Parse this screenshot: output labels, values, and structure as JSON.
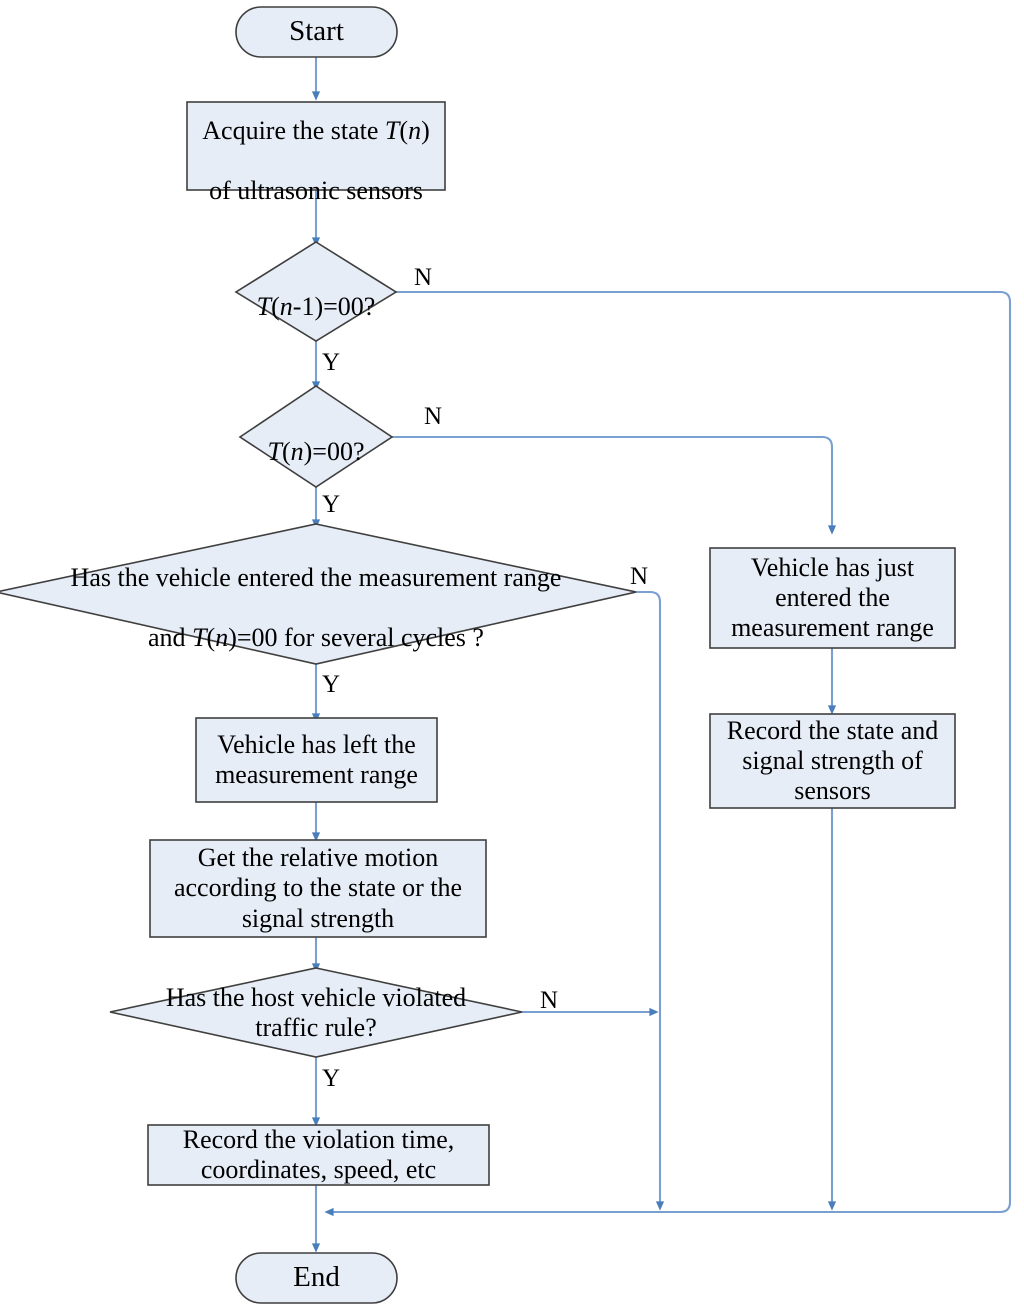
{
  "diagram": {
    "title": "Ultrasonic sensor vehicle state flowchart",
    "colors": {
      "node_fill": "#e7edf6",
      "node_stroke": "#3f3f3f",
      "connector": "#7aa0d0",
      "arrow_fill": "#4a7ebb",
      "text": "#000000",
      "background": "#ffffff"
    },
    "nodes": [
      {
        "id": "start",
        "shape": "terminal",
        "label": "Start"
      },
      {
        "id": "acquire",
        "shape": "process",
        "label": "Acquire the state T(n)\nof ultrasonic sensors",
        "line1_a": "Acquire the state ",
        "line1_it1": "T",
        "line1_b": "(",
        "line1_it2": "n",
        "line1_c": ")",
        "line2": "of ultrasonic sensors"
      },
      {
        "id": "dec-tn1",
        "shape": "decision",
        "label": "T(n-1)=00?",
        "it1": "T",
        "p1": "(",
        "it2": "n",
        "p2": "-1)=00?"
      },
      {
        "id": "dec-tn",
        "shape": "decision",
        "label": "T(n)=00?",
        "it1": "T",
        "p1": "(",
        "it2": "n",
        "p2": ")=00?"
      },
      {
        "id": "dec-entered",
        "shape": "decision",
        "label": "Has the vehicle entered the measurement range\nand T(n)=00 for several cycles ?",
        "line1": "Has the vehicle entered the measurement range",
        "line2_a": "and ",
        "line2_it1": "T",
        "line2_b": "(",
        "line2_it2": "n",
        "line2_c": ")=00 for several cycles ?"
      },
      {
        "id": "just-entered",
        "shape": "process",
        "label": "Vehicle has just\nentered the\nmeasurement range"
      },
      {
        "id": "record-state",
        "shape": "process",
        "label": "Record the state and\nsignal strength of\nsensors"
      },
      {
        "id": "has-left",
        "shape": "process",
        "label": "Vehicle has left the\nmeasurement range"
      },
      {
        "id": "relative",
        "shape": "process",
        "label": "Get the relative motion\naccording to the state or the\nsignal strength"
      },
      {
        "id": "dec-violated",
        "shape": "decision",
        "label": "Has the host vehicle violated\ntraffic rule?",
        "line1": "Has the host vehicle violated",
        "line2": "traffic rule?"
      },
      {
        "id": "record-viol",
        "shape": "process",
        "label": "Record the violation time,\ncoordinates, speed, etc"
      },
      {
        "id": "end",
        "shape": "terminal",
        "label": "End"
      }
    ],
    "edge_labels": {
      "tn1_no": "N",
      "tn1_yes": "Y",
      "tn_no": "N",
      "tn_yes": "Y",
      "entered_no": "N",
      "entered_yes": "Y",
      "violated_no": "N",
      "violated_yes": "Y"
    }
  }
}
